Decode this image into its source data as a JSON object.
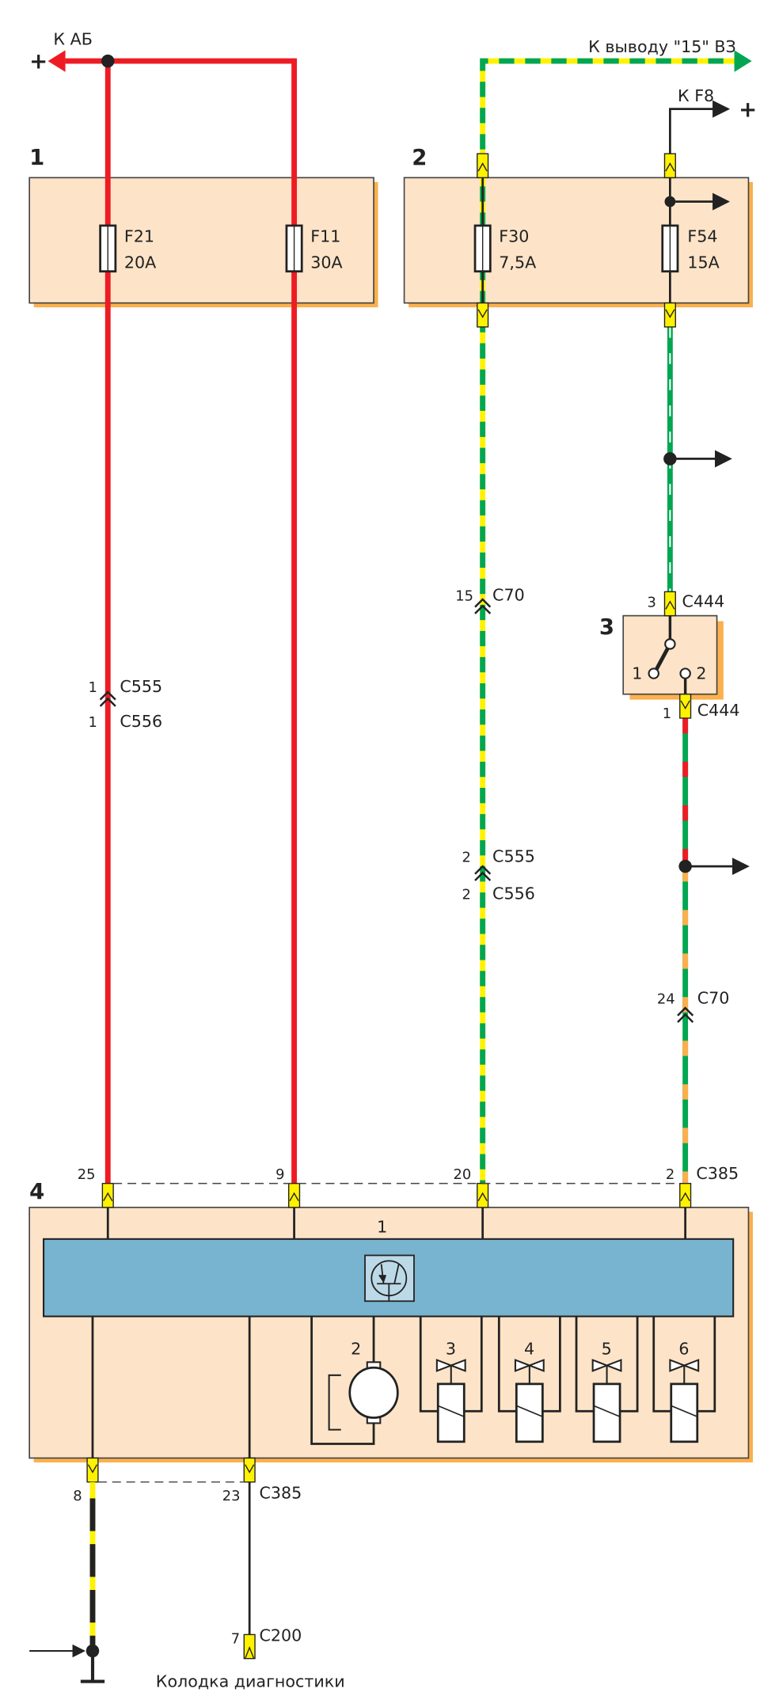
{
  "top": {
    "battery_label": "К АБ",
    "battery_plus": "+",
    "ignition_label": "К выводу \"15\" ВЗ",
    "f8_label": "К F8",
    "f8_plus": "+"
  },
  "components": {
    "fuse_box_1": {
      "number": "1",
      "fuses": [
        {
          "name": "F21",
          "rating": "20A"
        },
        {
          "name": "F11",
          "rating": "30A"
        }
      ]
    },
    "fuse_box_2": {
      "number": "2",
      "fuses": [
        {
          "name": "F30",
          "rating": "7,5A"
        },
        {
          "name": "F54",
          "rating": "15A"
        }
      ]
    },
    "switch_3": {
      "number": "3",
      "pin1": "1",
      "pin2": "2",
      "conn_top_pin": "3",
      "conn_top": "C444",
      "conn_bottom_pin": "1",
      "conn_bottom": "C444"
    },
    "module_4": {
      "number": "4",
      "ecu_label": "1",
      "motor_label": "2",
      "valves": [
        "3",
        "4",
        "5",
        "6"
      ]
    }
  },
  "connectors": {
    "c555_left": {
      "pin": "1",
      "name": "C555"
    },
    "c556_left": {
      "pin": "1",
      "name": "C556"
    },
    "c70_mid": {
      "pin": "15",
      "name": "C70"
    },
    "c555_mid": {
      "pin": "2",
      "name": "C555"
    },
    "c556_mid": {
      "pin": "2",
      "name": "C556"
    },
    "c70_right": {
      "pin": "24",
      "name": "C70"
    },
    "c385_top": {
      "pins": [
        "25",
        "9",
        "20",
        "2"
      ],
      "name": "C385"
    },
    "c385_bottom": {
      "pins": [
        "8",
        "23"
      ],
      "name": "C385"
    },
    "c200": {
      "pin": "7",
      "name": "C200"
    }
  },
  "bottom": {
    "diag_label": "Колодка диагностики"
  },
  "colors": {
    "red": "#ed1c24",
    "green": "#00a651",
    "yellow": "#fff200",
    "orange": "#fbb04c",
    "box": "#fde4c8",
    "module": "#78b3cf"
  }
}
